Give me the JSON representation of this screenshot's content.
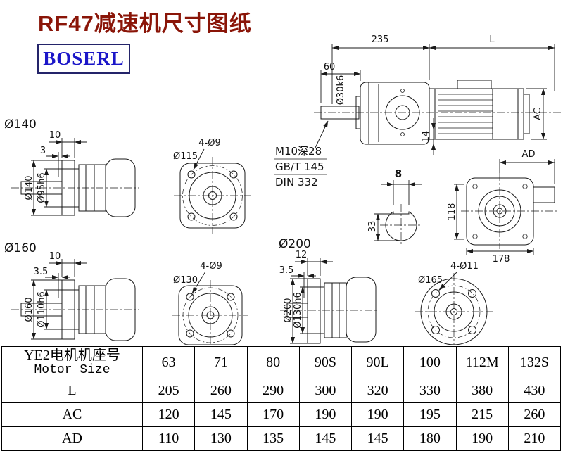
{
  "page": {
    "title": "RF47减速机尺寸图纸",
    "brand": "BOSERL"
  },
  "colors": {
    "title_color": "#8a1508",
    "brand_color": "#1b16c8",
    "brand_border": "#24246a"
  },
  "drawing": {
    "side_view": {
      "dim_235": "235",
      "dim_L": "L",
      "dim_60": "60",
      "shaft_dia": "Ø30k6",
      "dim_AC": "AC",
      "dim_14": "14"
    },
    "thread_note": {
      "line1": "M10深28",
      "line2": "GB/T 145",
      "line3": "DIN 332"
    },
    "shaft_section": {
      "key_width": "8",
      "key_height": "33"
    },
    "top_view": {
      "dim_AD": "AD",
      "dim_118": "118",
      "dim_178": "178"
    },
    "flange140": {
      "caption": "Ø140",
      "dim_10": "10",
      "dim_3": "3",
      "dia": "Ø140",
      "hub_dia": "Ø95h6"
    },
    "square115": {
      "holes": "4-Ø9",
      "dia": "Ø115"
    },
    "flange160": {
      "caption": "Ø160",
      "dim_10": "10",
      "dim_3_5": "3.5",
      "dia": "Ø160",
      "hub_dia": "Ø110h6"
    },
    "square130": {
      "holes": "4-Ø9",
      "dia": "Ø130"
    },
    "flange200": {
      "caption": "Ø200",
      "dim_12": "12",
      "dim_3_5": "3.5",
      "dia": "Ø200",
      "hub_dia": "Ø130h6"
    },
    "round165": {
      "holes": "4-Ø11",
      "dia": "Ø165"
    }
  },
  "table": {
    "header_cn": "YE2电机机座号",
    "header_en": "Motor Size",
    "sizes": [
      "63",
      "71",
      "80",
      "90S",
      "90L",
      "100",
      "112M",
      "132S"
    ],
    "rows": [
      {
        "label": "L",
        "values": [
          "205",
          "260",
          "290",
          "300",
          "320",
          "330",
          "380",
          "430"
        ]
      },
      {
        "label": "AC",
        "values": [
          "120",
          "145",
          "170",
          "190",
          "190",
          "195",
          "215",
          "260"
        ]
      },
      {
        "label": "AD",
        "values": [
          "110",
          "130",
          "135",
          "145",
          "145",
          "180",
          "190",
          "210"
        ]
      }
    ]
  }
}
